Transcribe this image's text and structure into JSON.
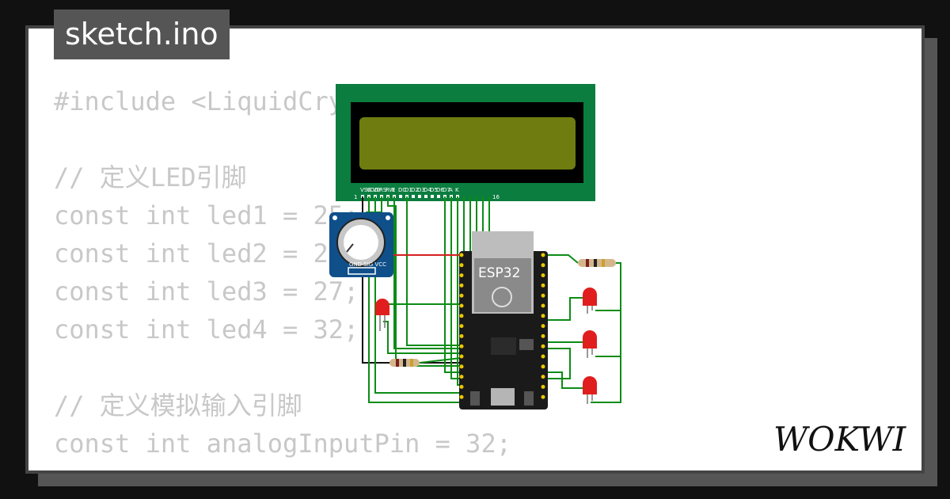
{
  "file_tab": {
    "name": "sketch.ino"
  },
  "code_lines": [
    "#include <LiquidCrystal.h>",
    "",
    "// 定义LED引脚",
    "const int led1 = 25;",
    "const int led2 = 26;",
    "const int led3 = 27;",
    "const int led4 = 32;",
    "",
    "// 定义模拟输入引脚",
    "const int analogInputPin = 32;"
  ],
  "lcd": {
    "pin_labels": [
      "VSS",
      "VDD",
      "V0",
      "RS",
      "RW",
      "E",
      "D0",
      "D1",
      "D2",
      "D3",
      "D4",
      "D5",
      "D6",
      "D7",
      "A",
      "K"
    ],
    "pin_first": "1",
    "pin_last": "16"
  },
  "esp32": {
    "label": "ESP32"
  },
  "potentiometer": {
    "pins_label": "GND SIG VCC"
  },
  "brand": {
    "logo": "WOKWI"
  },
  "colors": {
    "background": "#111111",
    "card": "#ffffff",
    "code_text": "#c8c8c8",
    "lcd_board": "#0a7d3f",
    "lcd_screen": "#6f7d10",
    "wire_green": "#0c8c16",
    "wire_red": "#d62020",
    "wire_black": "#111111",
    "led_red": "#e01e1e"
  }
}
